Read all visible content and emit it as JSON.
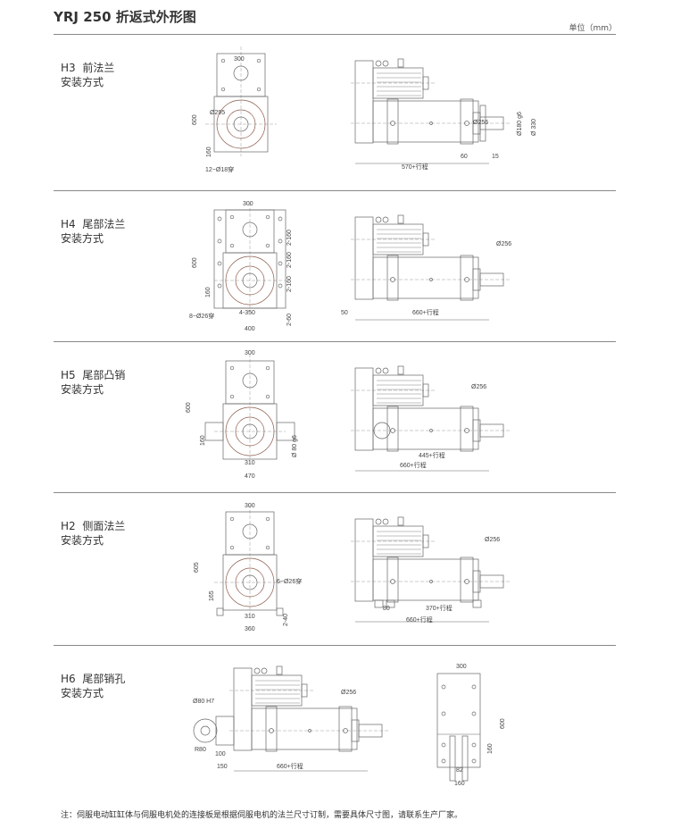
{
  "header": {
    "title": "YRJ 250 折返式外形图",
    "unit": "单位（mm）"
  },
  "sections": [
    {
      "code": "H3",
      "name": "前法兰",
      "mount": "安装方式",
      "dims": {
        "width": "300",
        "height": "600",
        "flange_dia": "Ø295",
        "center": "160",
        "holes": "12−Ø18穿",
        "bore": "Ø256",
        "rod": "Ø180 g6",
        "outer": "Ø 330",
        "d60": "60",
        "d15": "15",
        "length": "570+行程"
      }
    },
    {
      "code": "H4",
      "name": "尾部法兰",
      "mount": "安装方式",
      "dims": {
        "width": "300",
        "height": "600",
        "center": "160",
        "s1": "2-160",
        "s2": "2-160",
        "s3": "2-160",
        "s4": "2-60",
        "holes": "8−Ø26穿",
        "pitch": "4-350",
        "base": "400",
        "bore": "Ø256",
        "d50": "50",
        "length": "660+行程"
      }
    },
    {
      "code": "H5",
      "name": "尾部凸销",
      "mount": "安装方式",
      "dims": {
        "width": "300",
        "height": "600",
        "center": "160",
        "pin": "Ø 80 g6",
        "inner": "310",
        "base": "470",
        "bore": "Ø256",
        "len1": "445+行程",
        "length": "660+行程"
      }
    },
    {
      "code": "H2",
      "name": "侧面法兰",
      "mount": "安装方式",
      "dims": {
        "width": "300",
        "height": "605",
        "center": "165",
        "holes": "6−Ø26穿",
        "inner": "310",
        "base": "360",
        "side": "2-40",
        "bore": "Ø256",
        "d80": "80",
        "len1": "370+行程",
        "length": "660+行程"
      }
    },
    {
      "code": "H6",
      "name": "尾部销孔",
      "mount": "安装方式",
      "dims": {
        "pin": "Ø80 H7",
        "radius": "R80",
        "d100": "100",
        "d150": "150",
        "length": "660+行程",
        "bore": "Ø256",
        "width": "300",
        "height": "600",
        "center": "160",
        "slot": "82",
        "slotw": "160"
      }
    }
  ],
  "footnote": "注：伺服电动缸缸体与伺服电机处的连接板是根据伺服电机的法兰尺寸订制，需要具体尺寸图，请联系生产厂家。"
}
